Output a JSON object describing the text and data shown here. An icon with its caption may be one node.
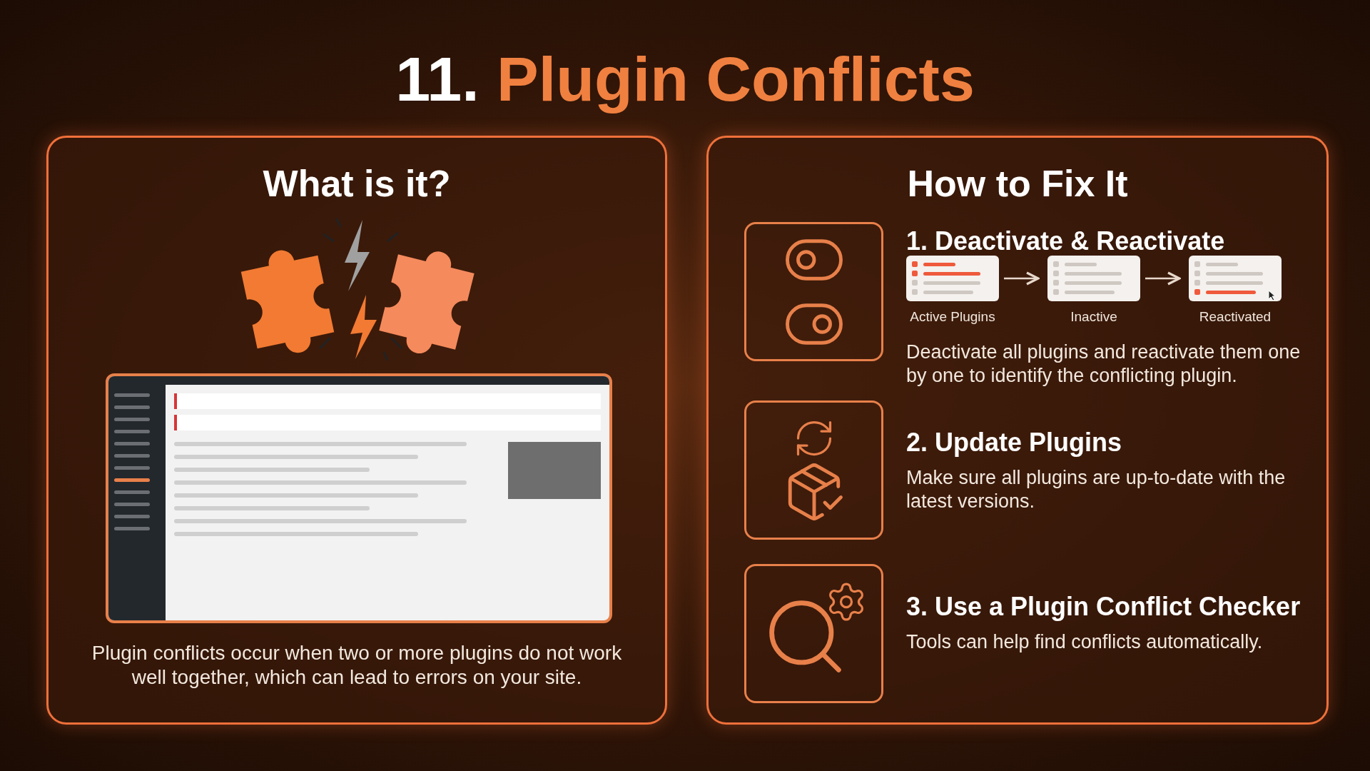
{
  "diagram": {
    "title": "11. Plugin Conflicts",
    "nodes": [
      {
        "text": [
          "What is it?",
          "Plugin conflicts occur when two or more plugins do not work well together, which can lead to errors on your site."
        ]
      },
      {
        "text": [
          "How to Fix It"
        ]
      },
      {
        "text": [
          "Active Plugins"
        ],
        "in": 1
      },
      {
        "text": [
          "Inactive"
        ],
        "in": 1
      },
      {
        "text": [
          "Reactivated"
        ],
        "in": 1
      }
    ],
    "edges": [
      {
        "from": 2,
        "to": 3,
        "arrow": "to"
      },
      {
        "from": 3,
        "to": 4,
        "arrow": "to"
      }
    ],
    "labels": [
      "1. Deactivate & Reactivate",
      "Deactivate all plugins and reactivate them one by one to identify the conflicting plugin.",
      "2. Update Plugins",
      "Make sure all plugins are up-to-date with the latest versions.",
      "3. Use a Plugin Conflict Checker",
      "Tools can help find conflicts automatically."
    ]
  }
}
